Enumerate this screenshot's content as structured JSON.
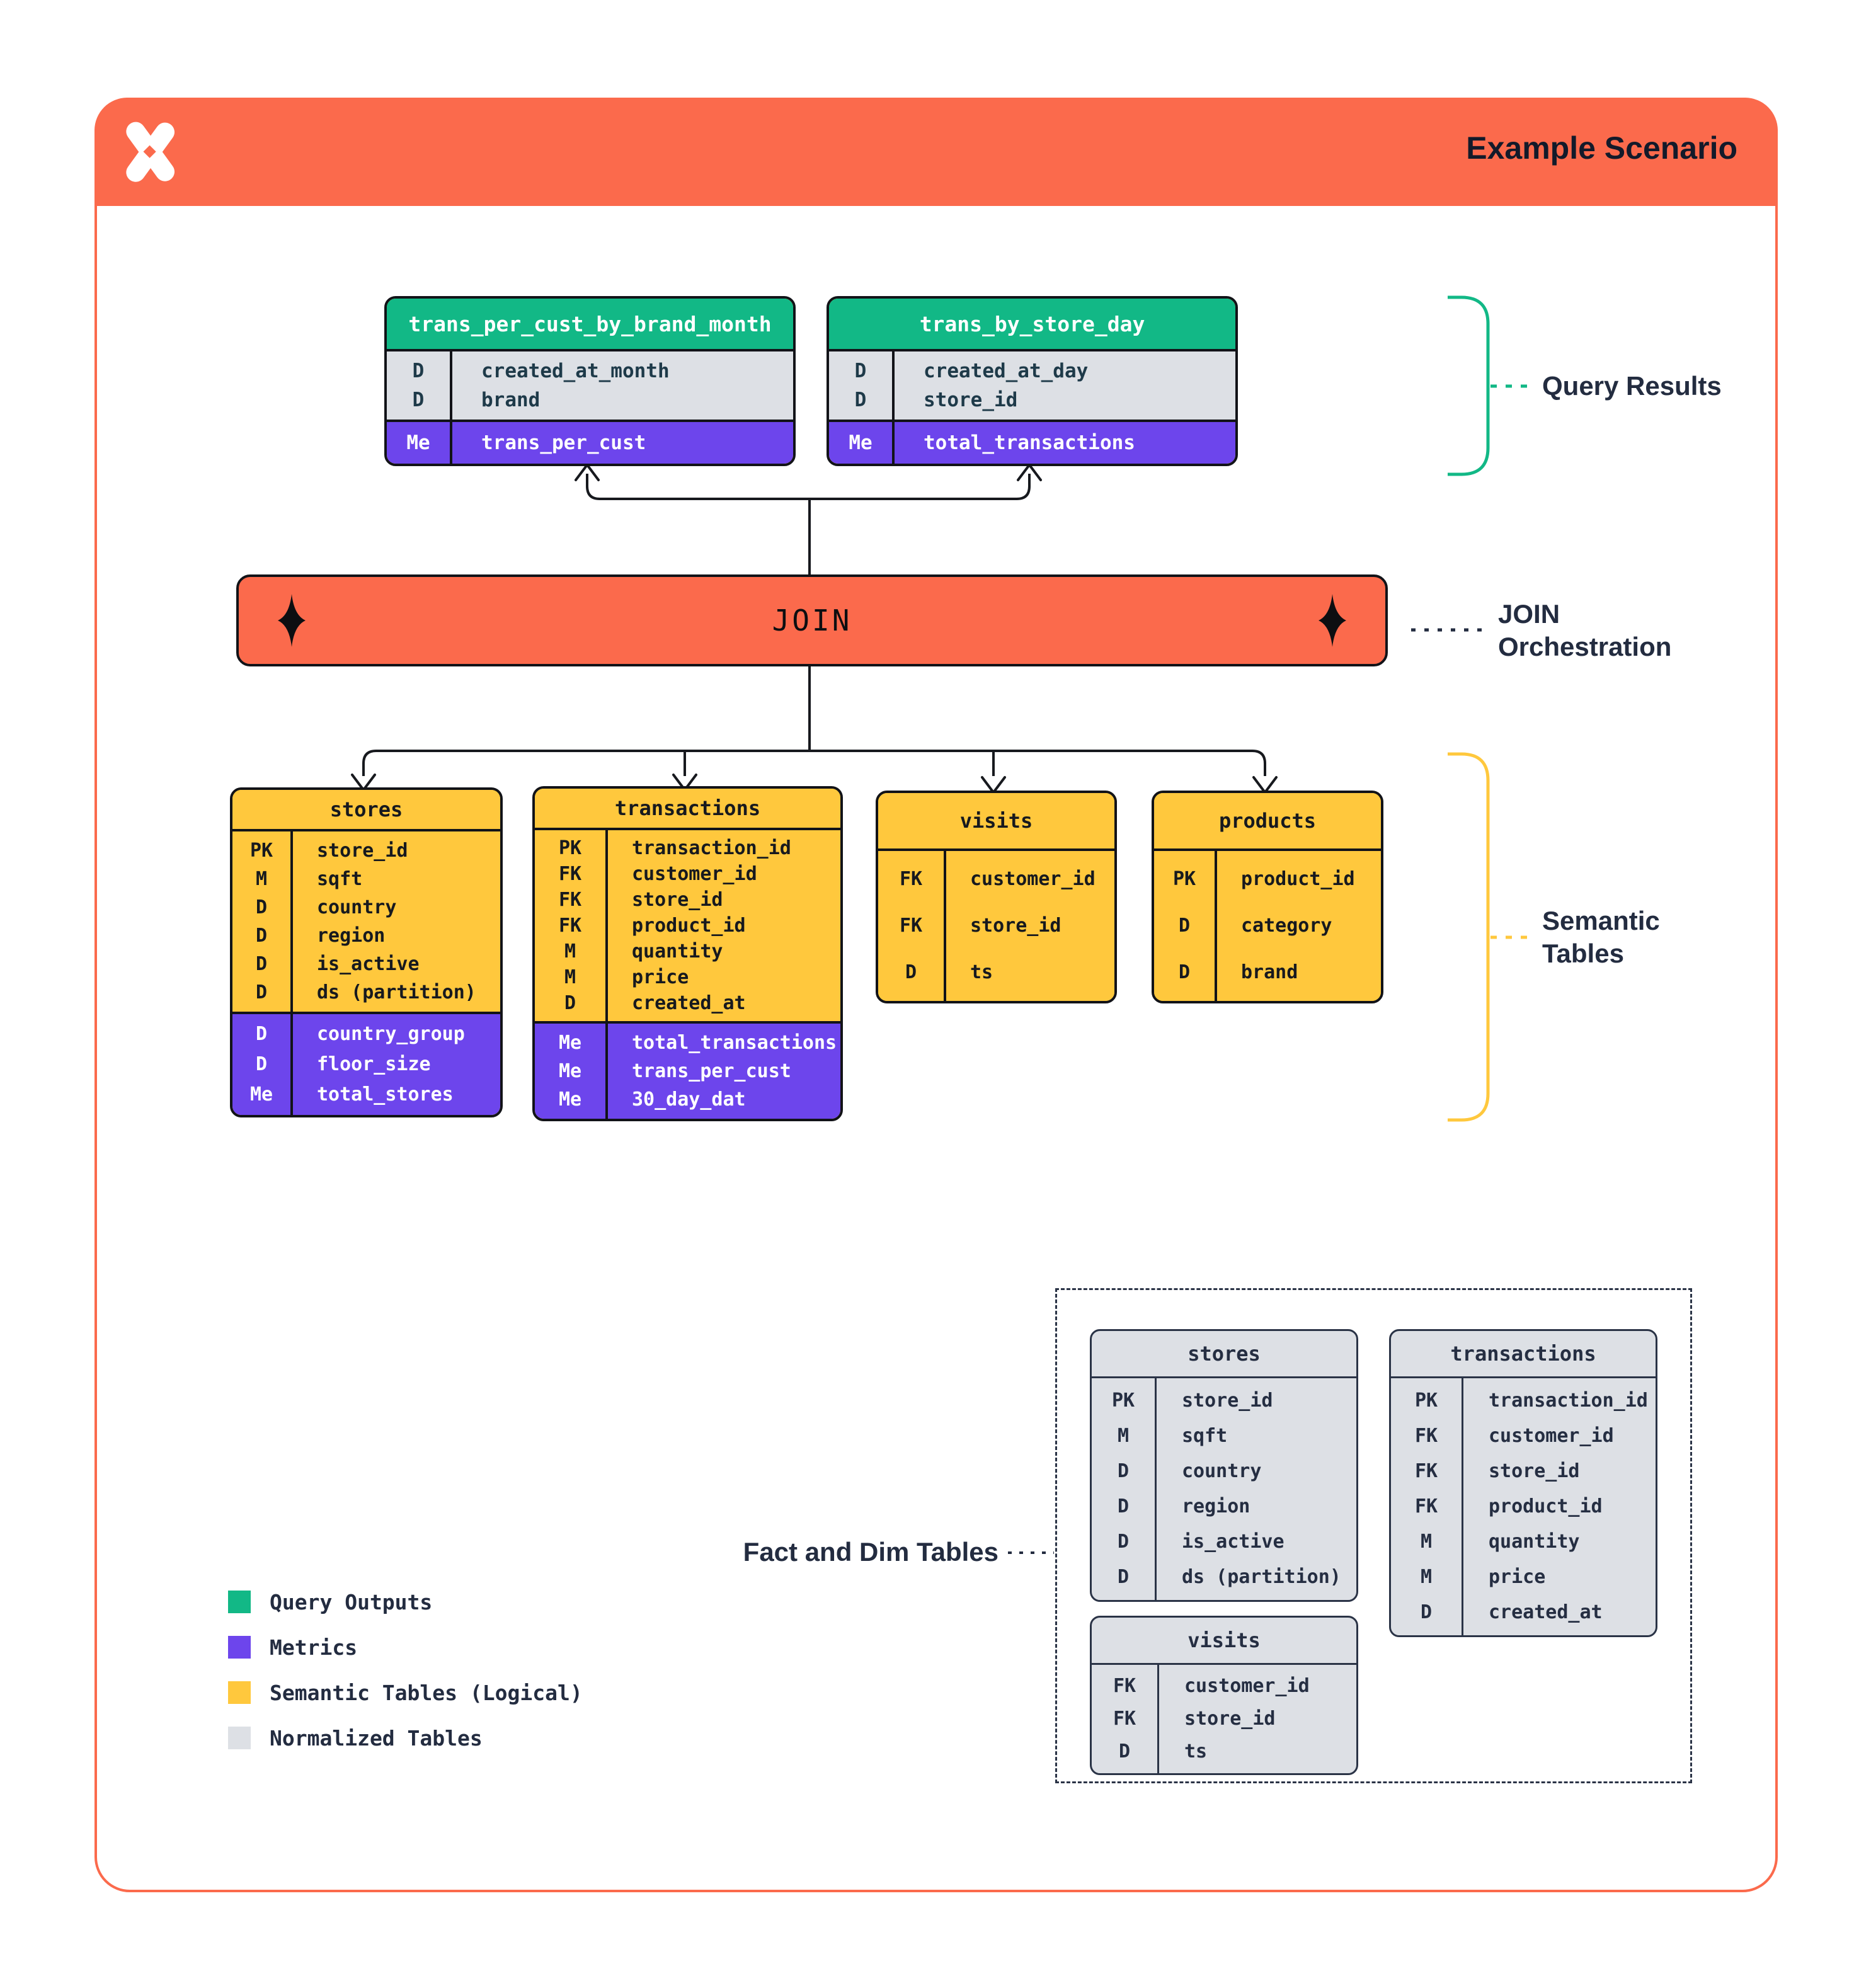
{
  "header": {
    "title": "Example Scenario"
  },
  "join_bar": {
    "label": "JOIN"
  },
  "annotations": {
    "query_results": "Query Results",
    "join_line1": "JOIN",
    "join_line2": "Orchestration",
    "semantic_line1": "Semantic",
    "semantic_line2": "Tables",
    "fact_dim": "Fact and Dim Tables"
  },
  "query_tables": [
    {
      "name": "trans_per_cust_by_brand_month",
      "dims": [
        {
          "k": "D",
          "v": "created_at_month"
        },
        {
          "k": "D",
          "v": "brand"
        }
      ],
      "metrics": [
        {
          "k": "Me",
          "v": "trans_per_cust"
        }
      ]
    },
    {
      "name": "trans_by_store_day",
      "dims": [
        {
          "k": "D",
          "v": "created_at_day"
        },
        {
          "k": "D",
          "v": "store_id"
        }
      ],
      "metrics": [
        {
          "k": "Me",
          "v": "total_transactions"
        }
      ]
    }
  ],
  "semantic_tables": [
    {
      "name": "stores",
      "dims": [
        {
          "k": "PK",
          "v": "store_id"
        },
        {
          "k": "M",
          "v": "sqft"
        },
        {
          "k": "D",
          "v": "country"
        },
        {
          "k": "D",
          "v": "region"
        },
        {
          "k": "D",
          "v": "is_active"
        },
        {
          "k": "D",
          "v": "ds (partition)"
        }
      ],
      "metrics": [
        {
          "k": "D",
          "v": "country_group"
        },
        {
          "k": "D",
          "v": "floor_size"
        },
        {
          "k": "Me",
          "v": "total_stores"
        }
      ]
    },
    {
      "name": "transactions",
      "dims": [
        {
          "k": "PK",
          "v": "transaction_id"
        },
        {
          "k": "FK",
          "v": "customer_id"
        },
        {
          "k": "FK",
          "v": "store_id"
        },
        {
          "k": "FK",
          "v": "product_id"
        },
        {
          "k": "M",
          "v": "quantity"
        },
        {
          "k": "M",
          "v": "price"
        },
        {
          "k": "D",
          "v": "created_at"
        }
      ],
      "metrics": [
        {
          "k": "Me",
          "v": "total_transactions"
        },
        {
          "k": "Me",
          "v": "trans_per_cust"
        },
        {
          "k": "Me",
          "v": "30_day_dat"
        }
      ]
    },
    {
      "name": "visits",
      "dims": [
        {
          "k": "FK",
          "v": "customer_id"
        },
        {
          "k": "FK",
          "v": "store_id"
        },
        {
          "k": "D",
          "v": "ts"
        }
      ],
      "metrics": []
    },
    {
      "name": "products",
      "dims": [
        {
          "k": "PK",
          "v": "product_id"
        },
        {
          "k": "D",
          "v": "category"
        },
        {
          "k": "D",
          "v": "brand"
        }
      ],
      "metrics": []
    }
  ],
  "normalized_tables": [
    {
      "name": "stores",
      "dims": [
        {
          "k": "PK",
          "v": "store_id"
        },
        {
          "k": "M",
          "v": "sqft"
        },
        {
          "k": "D",
          "v": "country"
        },
        {
          "k": "D",
          "v": "region"
        },
        {
          "k": "D",
          "v": "is_active"
        },
        {
          "k": "D",
          "v": "ds (partition)"
        }
      ]
    },
    {
      "name": "transactions",
      "dims": [
        {
          "k": "PK",
          "v": "transaction_id"
        },
        {
          "k": "FK",
          "v": "customer_id"
        },
        {
          "k": "FK",
          "v": "store_id"
        },
        {
          "k": "FK",
          "v": "product_id"
        },
        {
          "k": "M",
          "v": "quantity"
        },
        {
          "k": "M",
          "v": "price"
        },
        {
          "k": "D",
          "v": "created_at"
        }
      ]
    },
    {
      "name": "visits",
      "dims": [
        {
          "k": "FK",
          "v": "customer_id"
        },
        {
          "k": "FK",
          "v": "store_id"
        },
        {
          "k": "D",
          "v": "ts"
        }
      ]
    }
  ],
  "legend": {
    "items": [
      {
        "label": "Query Outputs",
        "color": "#12B886"
      },
      {
        "label": "Metrics",
        "color": "#6D45EC"
      },
      {
        "label": "Semantic Tables (Logical)",
        "color": "#FFC83D"
      },
      {
        "label": "Normalized Tables",
        "color": "#DDE0E5"
      }
    ]
  },
  "colors": {
    "orange": "#FB6A4C",
    "green": "#12B886",
    "yellow": "#FFC83D",
    "purple": "#6D45EC",
    "gray": "#DDE0E5",
    "navy": "#232C40"
  }
}
